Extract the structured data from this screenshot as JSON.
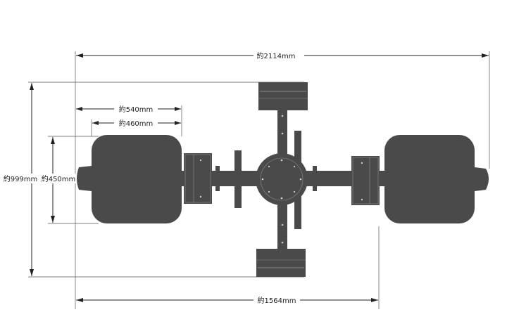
{
  "colors": {
    "part": "#4a4a4a",
    "dimension": "#222222",
    "background": "#ffffff"
  },
  "dimensions": {
    "overall_length": "約2114mm",
    "tire_section": "約540mm",
    "rim_width": "約460mm",
    "overall_width": "約999mm",
    "tire_height": "約450mm",
    "wheelbase_span": "約1564mm"
  }
}
